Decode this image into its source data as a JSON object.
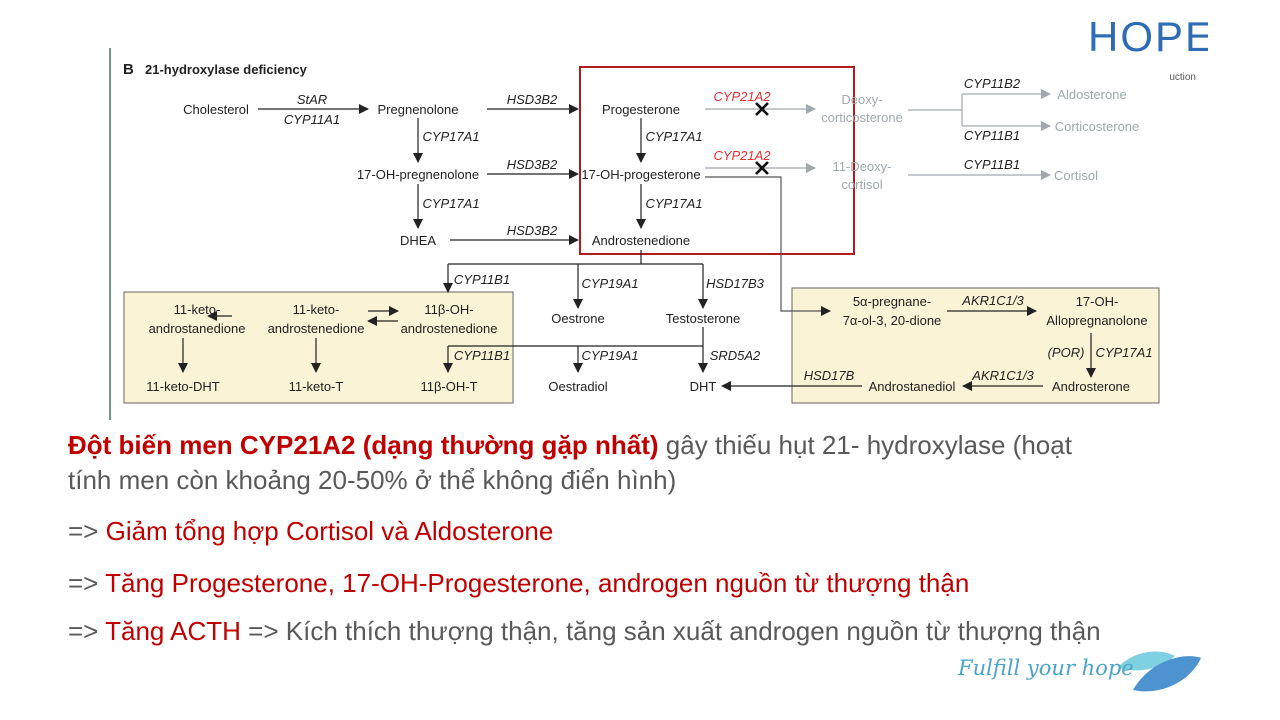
{
  "logo": {
    "brand": "HOPE",
    "sub": "uction"
  },
  "diagram": {
    "panel_letter": "B",
    "title": "21-hydroxylase deficiency",
    "cholesterol": "Cholesterol",
    "star": "StAR",
    "cyp11a1": "CYP11A1",
    "pregnenolone": "Pregnenolone",
    "cyp17a1": "CYP17A1",
    "oh_pregnenolone": "17-OH-pregnenolone",
    "dhea": "DHEA",
    "hsd3b2": "HSD3B2",
    "progesterone": "Progesterone",
    "oh_progesterone": "17-OH-progesterone",
    "androstenedione": "Androstenedione",
    "cyp21a2": "CYP21A2",
    "deoxycorticosterone": [
      "Deoxy-",
      "corticosterone"
    ],
    "deoxycortisol": [
      "11-Deoxy-",
      "cortisol"
    ],
    "cyp11b2": "CYP11B2",
    "cyp11b1": "CYP11B1",
    "aldosterone": "Aldosterone",
    "corticosterone": "Corticosterone",
    "cortisol": "Cortisol",
    "cyp19a1": "CYP19A1",
    "hsd17b3": "HSD17B3",
    "srd5a2": "SRD5A2",
    "keto_androstanedione": [
      "11-keto-",
      "androstanedione"
    ],
    "keto_androstenedione": [
      "11-keto-",
      "androstenedione"
    ],
    "oh_androstenedione": [
      "11β-OH-",
      "androstenedione"
    ],
    "keto_dht": "11-keto-DHT",
    "keto_t": "11-keto-T",
    "oh_t": "11β-OH-T",
    "oestrone": "Oestrone",
    "testosterone": "Testosterone",
    "oestradiol": "Oestradiol",
    "dht": "DHT",
    "pregnane": [
      "5α-pregnane-",
      "7α-ol-3, 20-dione"
    ],
    "akr1c13": "AKR1C1/3",
    "allopregnanolone": [
      "17-OH-",
      "Allopregnanolone"
    ],
    "por": "(POR)",
    "androsterone": "Androsterone",
    "androstanediol": "Androstanediol",
    "hsd17b": "HSD17B"
  },
  "text": {
    "line1_red": "Đột biến men CYP21A2 (dạng thường gặp nhất)",
    "line1_rest": " gây thiếu hụt 21- hydroxylase (hoạt",
    "line2": "tính men còn khoảng 20-50% ở thể không điển hình)",
    "arrow": "=> ",
    "line3": "Giảm tổng hợp Cortisol và Aldosterone",
    "line4": "Tăng Progesterone, 17-OH-Progesterone, androgen nguồn từ thượng thận",
    "line5_red": "Tăng ACTH",
    "line5_rest": " => Kích thích thượng thận, tăng sản xuất androgen nguồn từ thượng thận"
  },
  "tagline": "Fulfill your hope",
  "colors": {
    "red_box": "#b01c1c",
    "box_fill": "#fbf3d5",
    "accent_red": "#c00000",
    "gray_text": "#595959",
    "brand_blue": "#2e6db4"
  }
}
